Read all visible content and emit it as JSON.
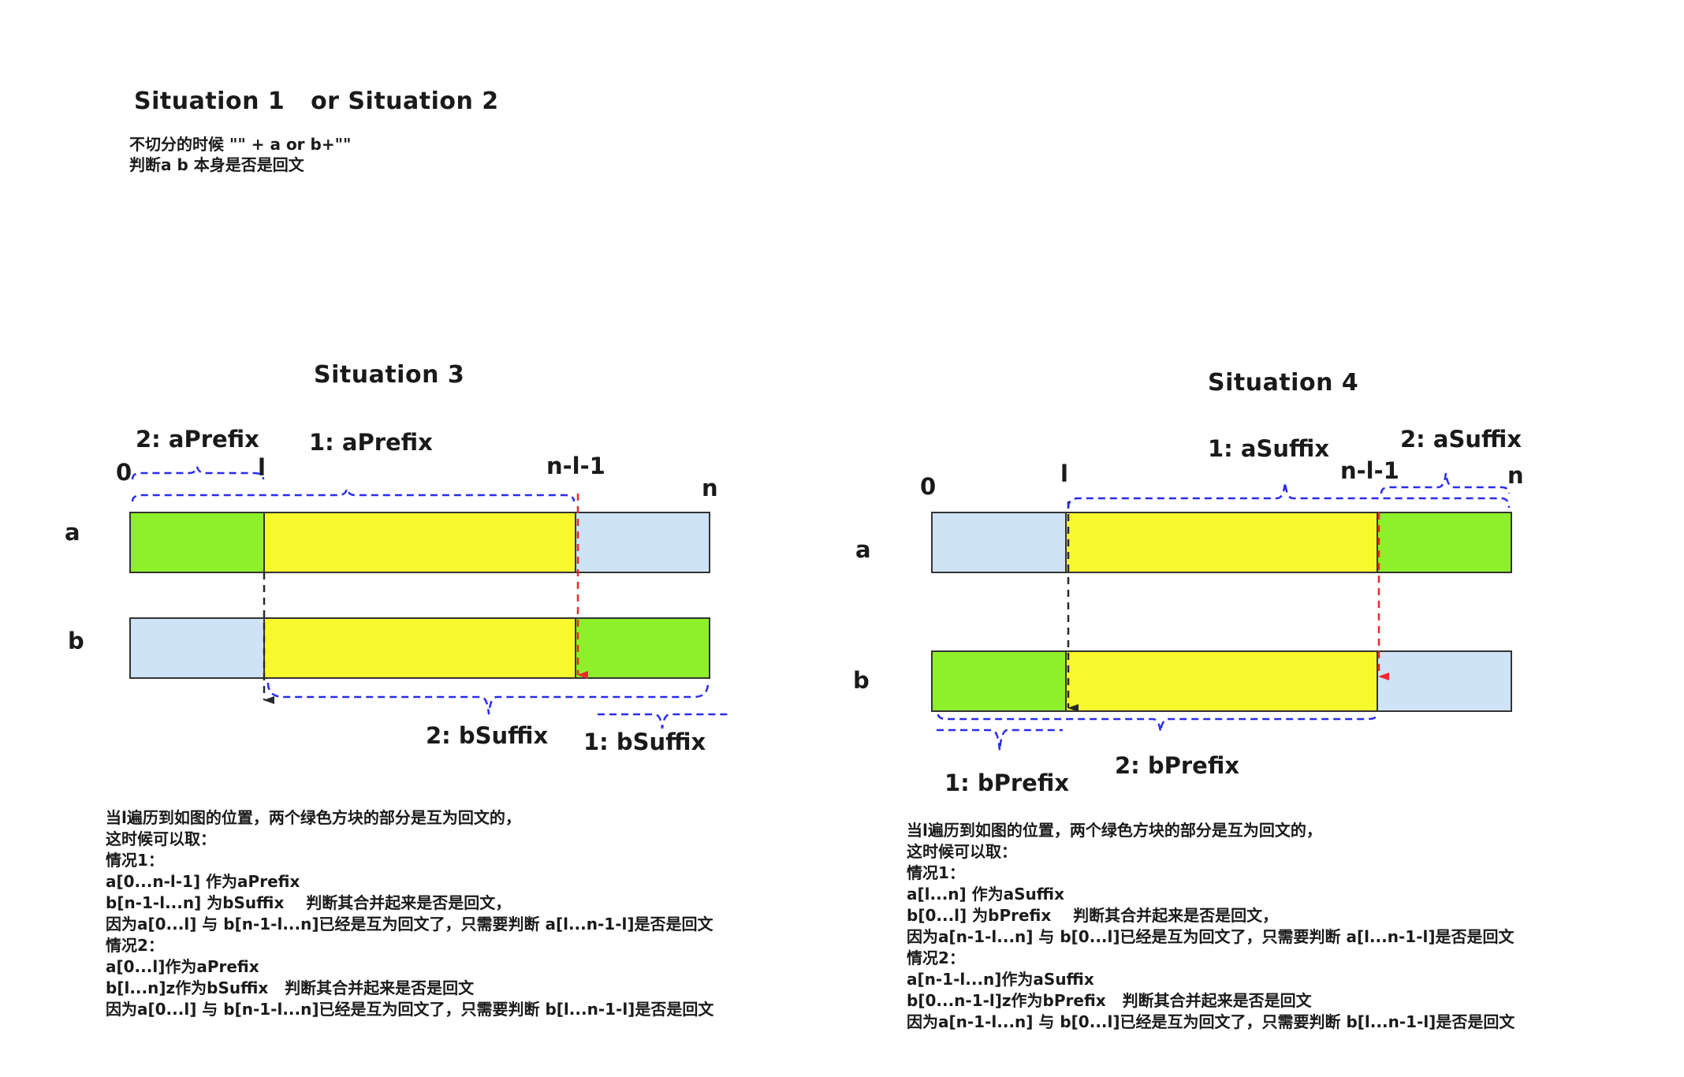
{
  "situation12": {
    "title": "Situation 1   or Situation 2",
    "line1": "不切分的时候 \"\" + a or b+\"\"",
    "line2": "判断a b 本身是否是回文"
  },
  "situation3": {
    "title": "Situation 3",
    "row_a": "a",
    "row_b": "b",
    "label_0": "0",
    "label_l": "l",
    "label_nl1": "n-l-1",
    "label_n": "n",
    "a_prefix_2": "2: aPrefix",
    "a_prefix_1": "1: aPrefix",
    "b_suffix_2": "2: bSuffix",
    "b_suffix_1": "1: bSuffix",
    "notes": [
      "当l遍历到如图的位置，两个绿色方块的部分是互为回文的，",
      "这时候可以取：",
      "情况1：",
      "a[0...n-l-1] 作为aPrefix",
      "b[n-1-l...n] 为bSuffix    判断其合并起来是否是回文，",
      "因为a[0...l] 与 b[n-1-l...n]已经是互为回文了，只需要判断 a[l...n-1-l]是否是回文",
      "情况2：",
      "a[0...l]作为aPrefix",
      "b[l...n]z作为bSuffix   判断其合并起来是否是回文",
      "因为a[0...l] 与 b[n-1-l...n]已经是互为回文了，只需要判断 b[l...n-1-l]是否是回文"
    ]
  },
  "situation4": {
    "title": "Situation 4",
    "row_a": "a",
    "row_b": "b",
    "label_0": "0",
    "label_l": "l",
    "label_nl1": "n-l-1",
    "label_n": "n",
    "a_suffix_1": "1: aSuffix",
    "a_suffix_2": "2: aSuffix",
    "b_prefix_1": "1: bPrefix",
    "b_prefix_2": "2: bPrefix",
    "notes": [
      "当l遍历到如图的位置，两个绿色方块的部分是互为回文的，",
      "这时候可以取：",
      "情况1：",
      "a[l...n] 作为aSuffix",
      "b[0...l] 为bPrefix    判断其合并起来是否是回文，",
      "因为a[n-1-l...n] 与 b[0...l]已经是互为回文了，只需要判断 a[l...n-1-l]是否是回文",
      "情况2：",
      "a[n-1-l...n]作为aSuffix",
      "b[0...n-1-l]z作为bPrefix   判断其合并起来是否是回文",
      "因为a[n-1-l...n] 与 b[0...l]已经是互为回文了，只需要判断 b[l...n-1-l]是否是回文"
    ]
  },
  "colors": {
    "green": "#8ef02a",
    "yellow": "#f7f92d",
    "light_blue": "#cfe3f7",
    "brace_blue": "#2b2bf2",
    "arrow_red": "#f0282a",
    "arrow_dark": "#2a2a2a"
  }
}
